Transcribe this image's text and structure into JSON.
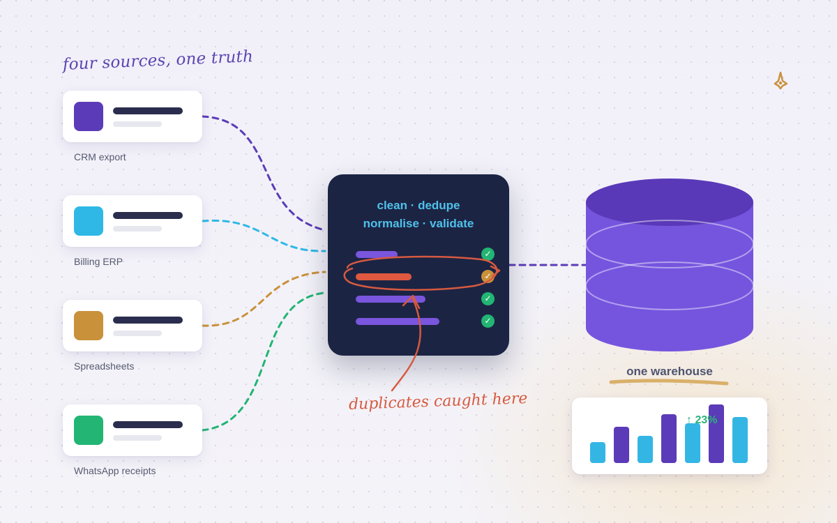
{
  "heading": "four sources, one truth",
  "sources": [
    {
      "label": "CRM export",
      "color": "#5b3bb8"
    },
    {
      "label": "Billing ERP",
      "color": "#2fb8e6"
    },
    {
      "label": "Spreadsheets",
      "color": "#c9913a"
    },
    {
      "label": "WhatsApp receipts",
      "color": "#22b573"
    }
  ],
  "processor": {
    "line1": "clean · dedupe",
    "line2": "normalise · validate",
    "rows": [
      {
        "color": "#7a55dd",
        "status": "ok"
      },
      {
        "color": "#e0583f",
        "status": "flagged"
      },
      {
        "color": "#7a55dd",
        "status": "ok"
      },
      {
        "color": "#7a55dd",
        "status": "ok"
      }
    ],
    "check_color": "#22b573",
    "flag_color": "#c9913a"
  },
  "warehouse": {
    "label": "one warehouse",
    "color": "#6c4ad6"
  },
  "annotation": "duplicates caught here",
  "chart": {
    "growth_label": "↑ 23%",
    "bar_levels": [
      0.36,
      0.62,
      0.47,
      0.83,
      0.68,
      1.0,
      0.79
    ],
    "bar_colors": [
      "#34b6e4",
      "#5b3bb8",
      "#34b6e4",
      "#5b3bb8",
      "#34b6e4",
      "#5b3bb8",
      "#34b6e4"
    ]
  }
}
